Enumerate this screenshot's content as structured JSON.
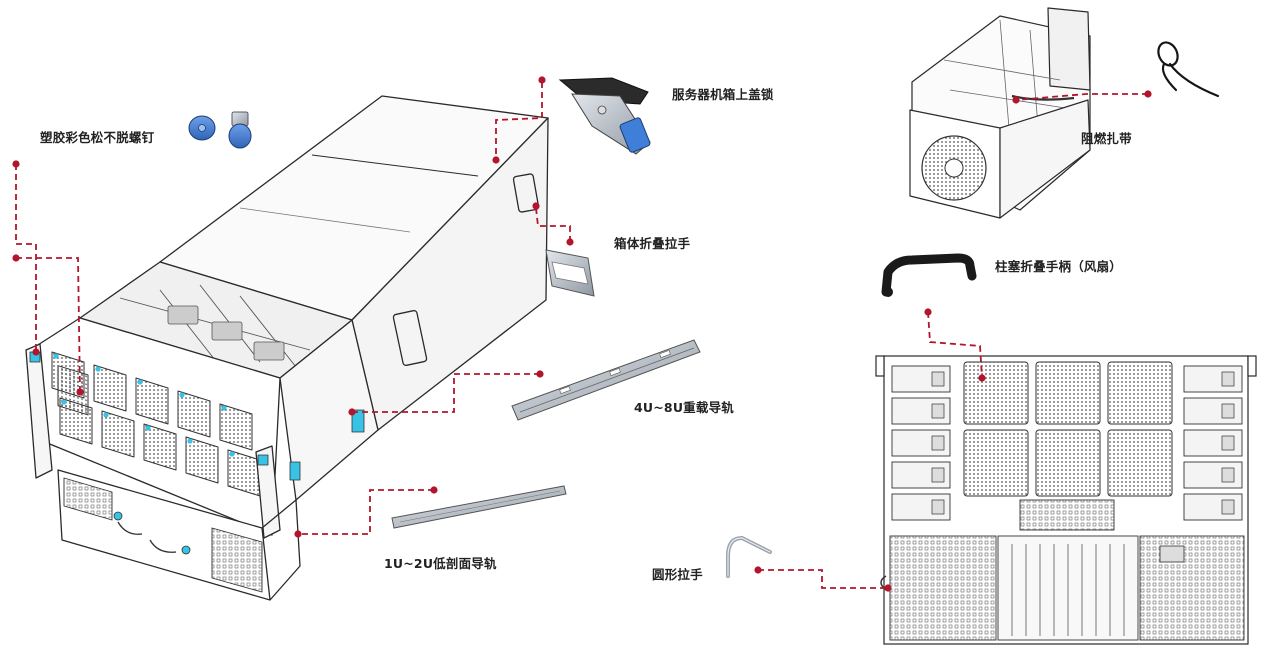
{
  "colors": {
    "leader": "#b3162c",
    "line": "#2a2a2a",
    "steel": "#9aa3ad",
    "accent_blue": "#3f7fd8",
    "teal": "#37c2e6",
    "black": "#1a1a1a"
  },
  "callouts": [
    {
      "id": "captive-screw",
      "label": "塑胶彩色松不脱螺钉"
    },
    {
      "id": "chassis-cover-lock",
      "label": "服务器机箱上盖锁"
    },
    {
      "id": "folding-handle",
      "label": "箱体折叠拉手"
    },
    {
      "id": "heavy-rail",
      "label": "4U~8U重载导轨"
    },
    {
      "id": "low-profile-rail",
      "label": "1U~2U低剖面导轨"
    },
    {
      "id": "cable-tie",
      "label": "阻燃扎带"
    },
    {
      "id": "fan-plunger-handle",
      "label": "柱塞折叠手柄（风扇）"
    },
    {
      "id": "round-handle",
      "label": "圆形拉手"
    }
  ]
}
